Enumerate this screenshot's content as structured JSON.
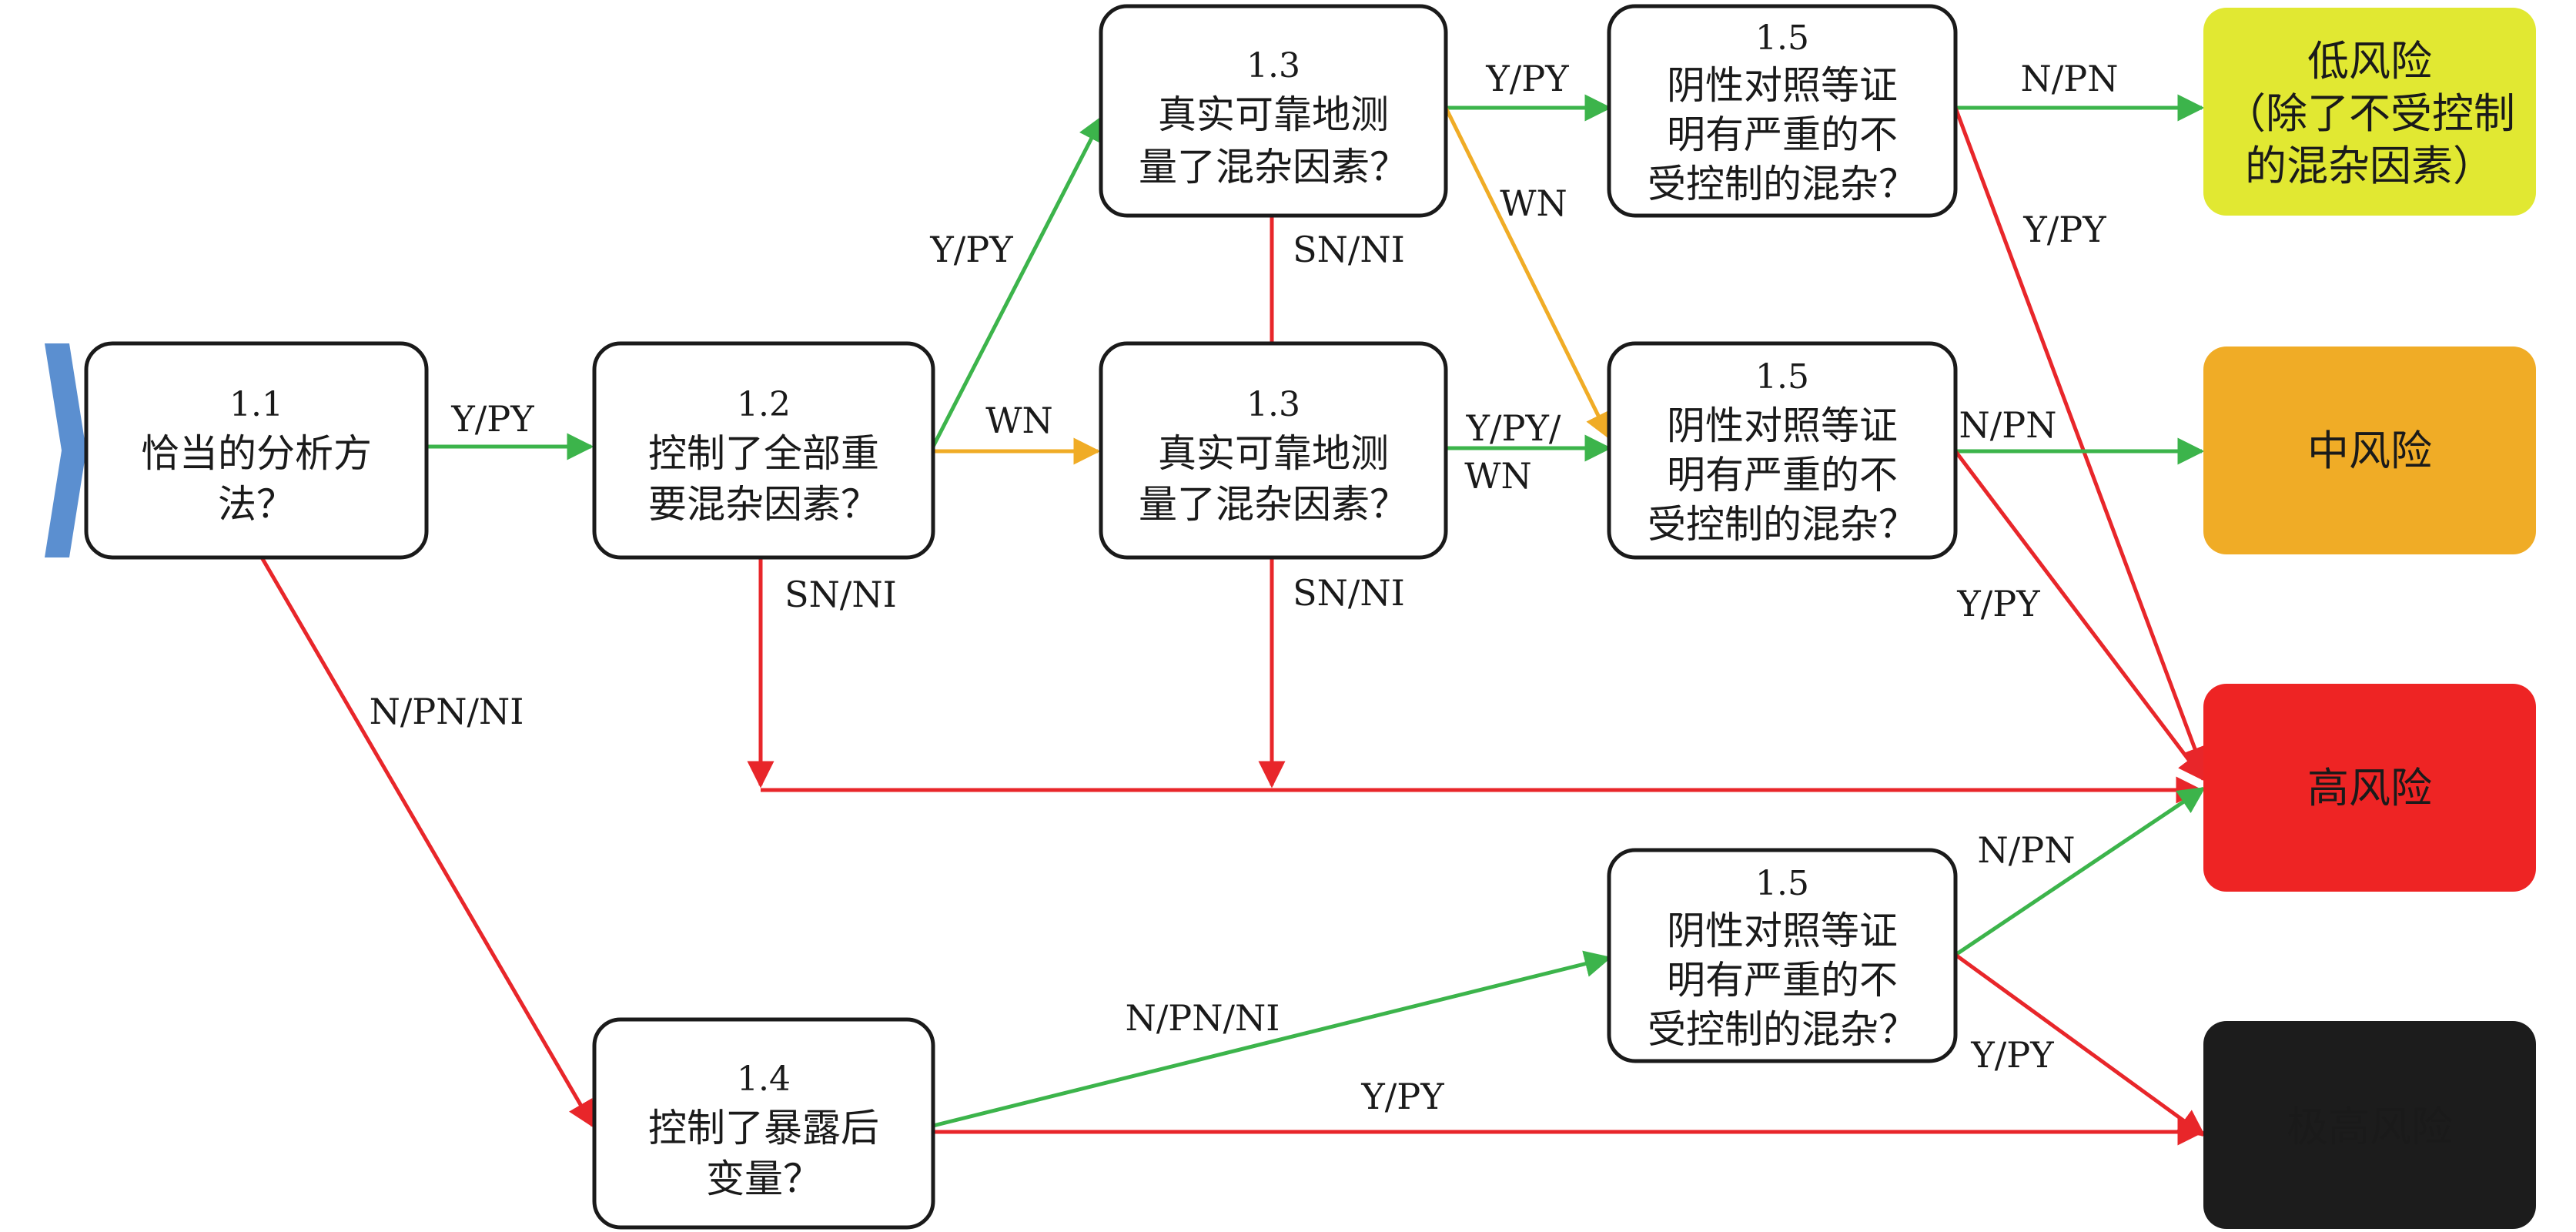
{
  "nodes": {
    "n11": {
      "num": "1.1",
      "lines": [
        "恰当的分析方",
        "法？"
      ]
    },
    "n12": {
      "num": "1.2",
      "lines": [
        "控制了全部重",
        "要混杂因素？"
      ]
    },
    "n13a": {
      "num": "1.3",
      "lines": [
        "真实可靠地测",
        "量了混杂因素？"
      ]
    },
    "n13b": {
      "num": "1.3",
      "lines": [
        "真实可靠地测",
        "量了混杂因素？"
      ]
    },
    "n15a": {
      "num": "1.5",
      "lines": [
        "阴性对照等证",
        "明有严重的不",
        "受控制的混杂？"
      ]
    },
    "n15b": {
      "num": "1.5",
      "lines": [
        "阴性对照等证",
        "明有严重的不",
        "受控制的混杂？"
      ]
    },
    "n15c": {
      "num": "1.5",
      "lines": [
        "阴性对照等证",
        "明有严重的不",
        "受控制的混杂？"
      ]
    },
    "n14": {
      "num": "1.4",
      "lines": [
        "控制了暴露后",
        "变量？"
      ]
    }
  },
  "risks": {
    "low": {
      "lines": [
        "低风险",
        "（除了不受控制",
        "的混杂因素）"
      ],
      "color": "#e1e832",
      "text_color": "#1a1a1a"
    },
    "moderate": {
      "lines": [
        "中风险"
      ],
      "color": "#f0ac26",
      "text_color": "#1a1a1a"
    },
    "high": {
      "lines": [
        "高风险"
      ],
      "color": "#ee2424",
      "text_color": "#ffffff"
    },
    "critical": {
      "lines": [
        "极高风险"
      ],
      "color": "#1c1c1c",
      "text_color": "#ffffff"
    }
  },
  "edge_labels": {
    "e11_12": "Y/PY",
    "e11_14": "N/PN/NI",
    "e12_13a": "Y/PY",
    "e12_13b": "WN",
    "e12_high": "SN/NI",
    "e13a_15a": "Y/PY",
    "e13a_15b": "WN",
    "e13a_high": "SN/NI",
    "e13b_15b": [
      "Y/PY/",
      "WN"
    ],
    "e13b_high": "SN/NI",
    "e15a_low": "N/PN",
    "e15a_high": "Y/PY",
    "e15b_mod": "N/PN",
    "e15b_high": "Y/PY",
    "e14_15c": "N/PN/NI",
    "e14_critical": "Y/PY",
    "e15c_high": "N/PN",
    "e15c_critical": "Y/PY"
  },
  "colors": {
    "green": "#3cb44b",
    "orange": "#f0ac26",
    "red": "#e8262a",
    "start_marker": "#5b8fd0",
    "box_border": "#1a1a1a"
  }
}
